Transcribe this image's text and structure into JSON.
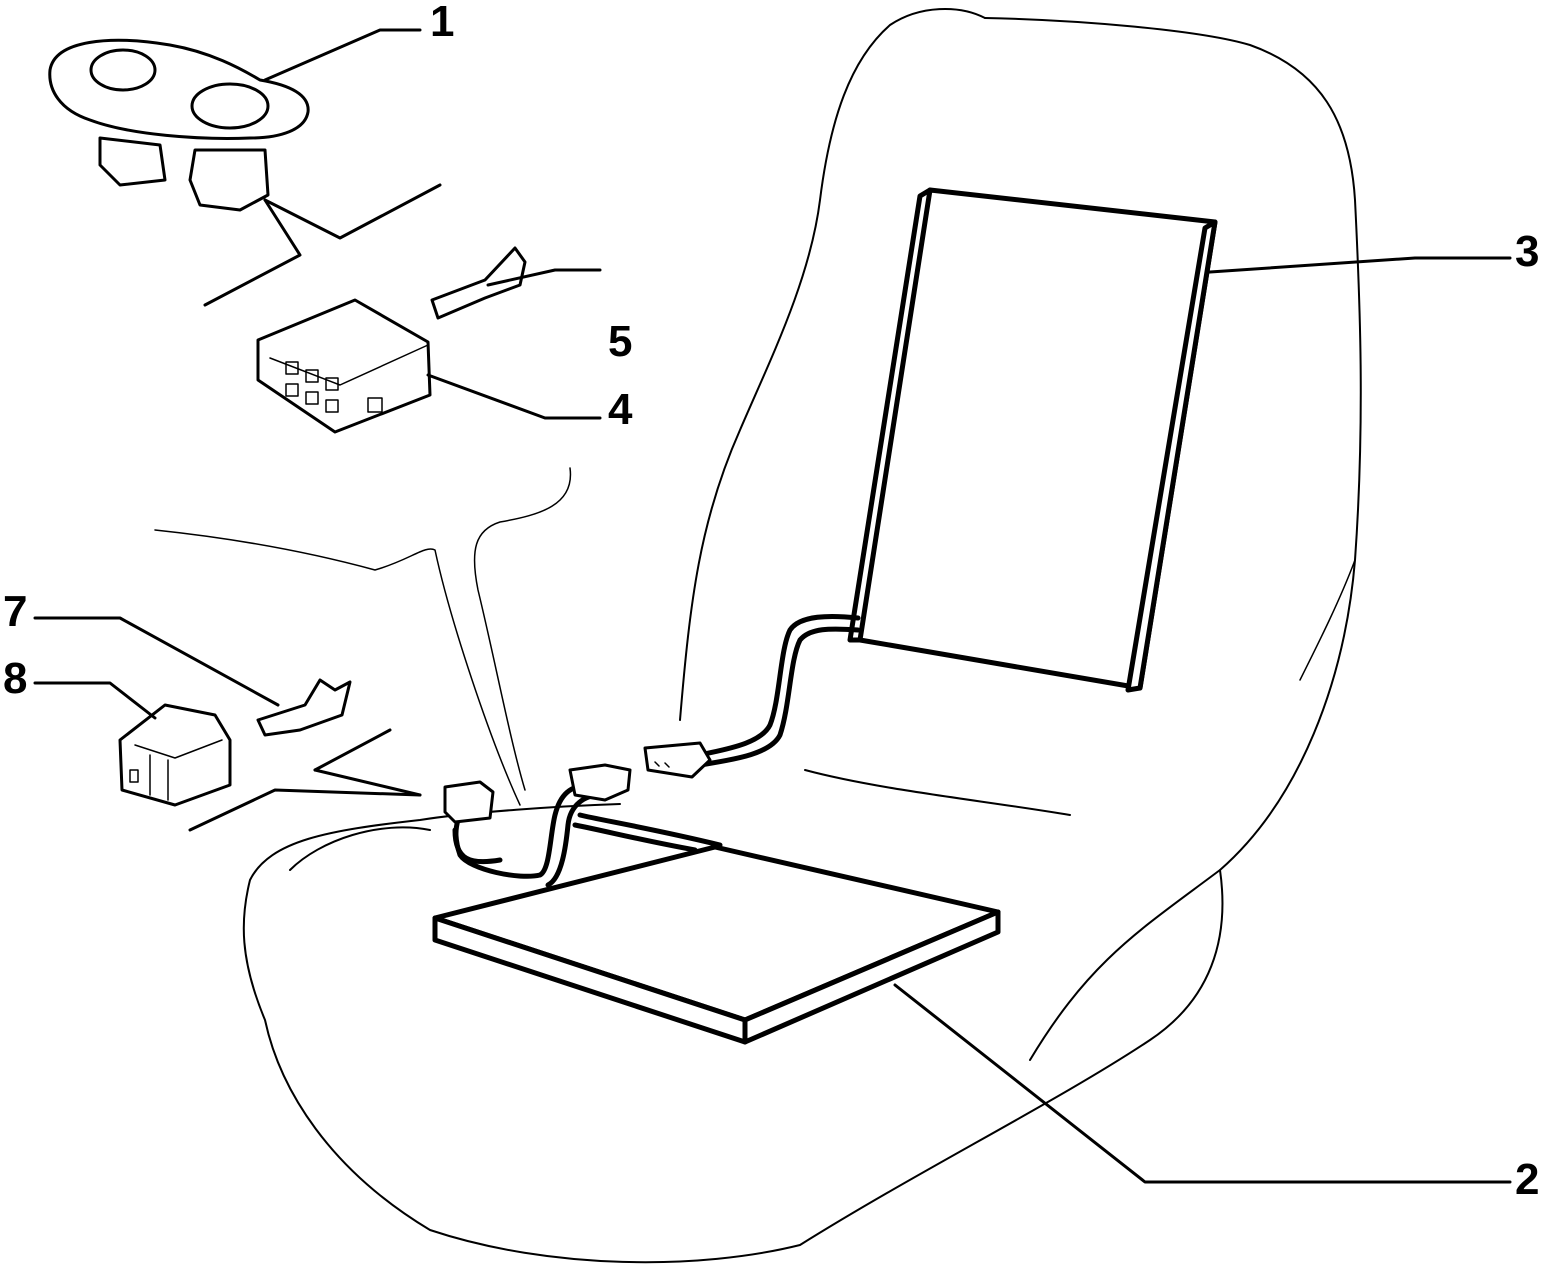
{
  "callouts": {
    "c1": "1",
    "c2": "2",
    "c3": "3",
    "c4": "4",
    "c5": "5",
    "c7": "7",
    "c8": "8"
  },
  "icons": {
    "seat": "seat-outline-icon",
    "backrest_heater": "heating-pad-icon",
    "cushion_heater": "heating-pad-icon",
    "switch": "rocker-switch-icon",
    "connector": "connector-icon",
    "terminal": "terminal-icon"
  },
  "colors": {
    "ink": "#000000",
    "paper": "#ffffff"
  }
}
